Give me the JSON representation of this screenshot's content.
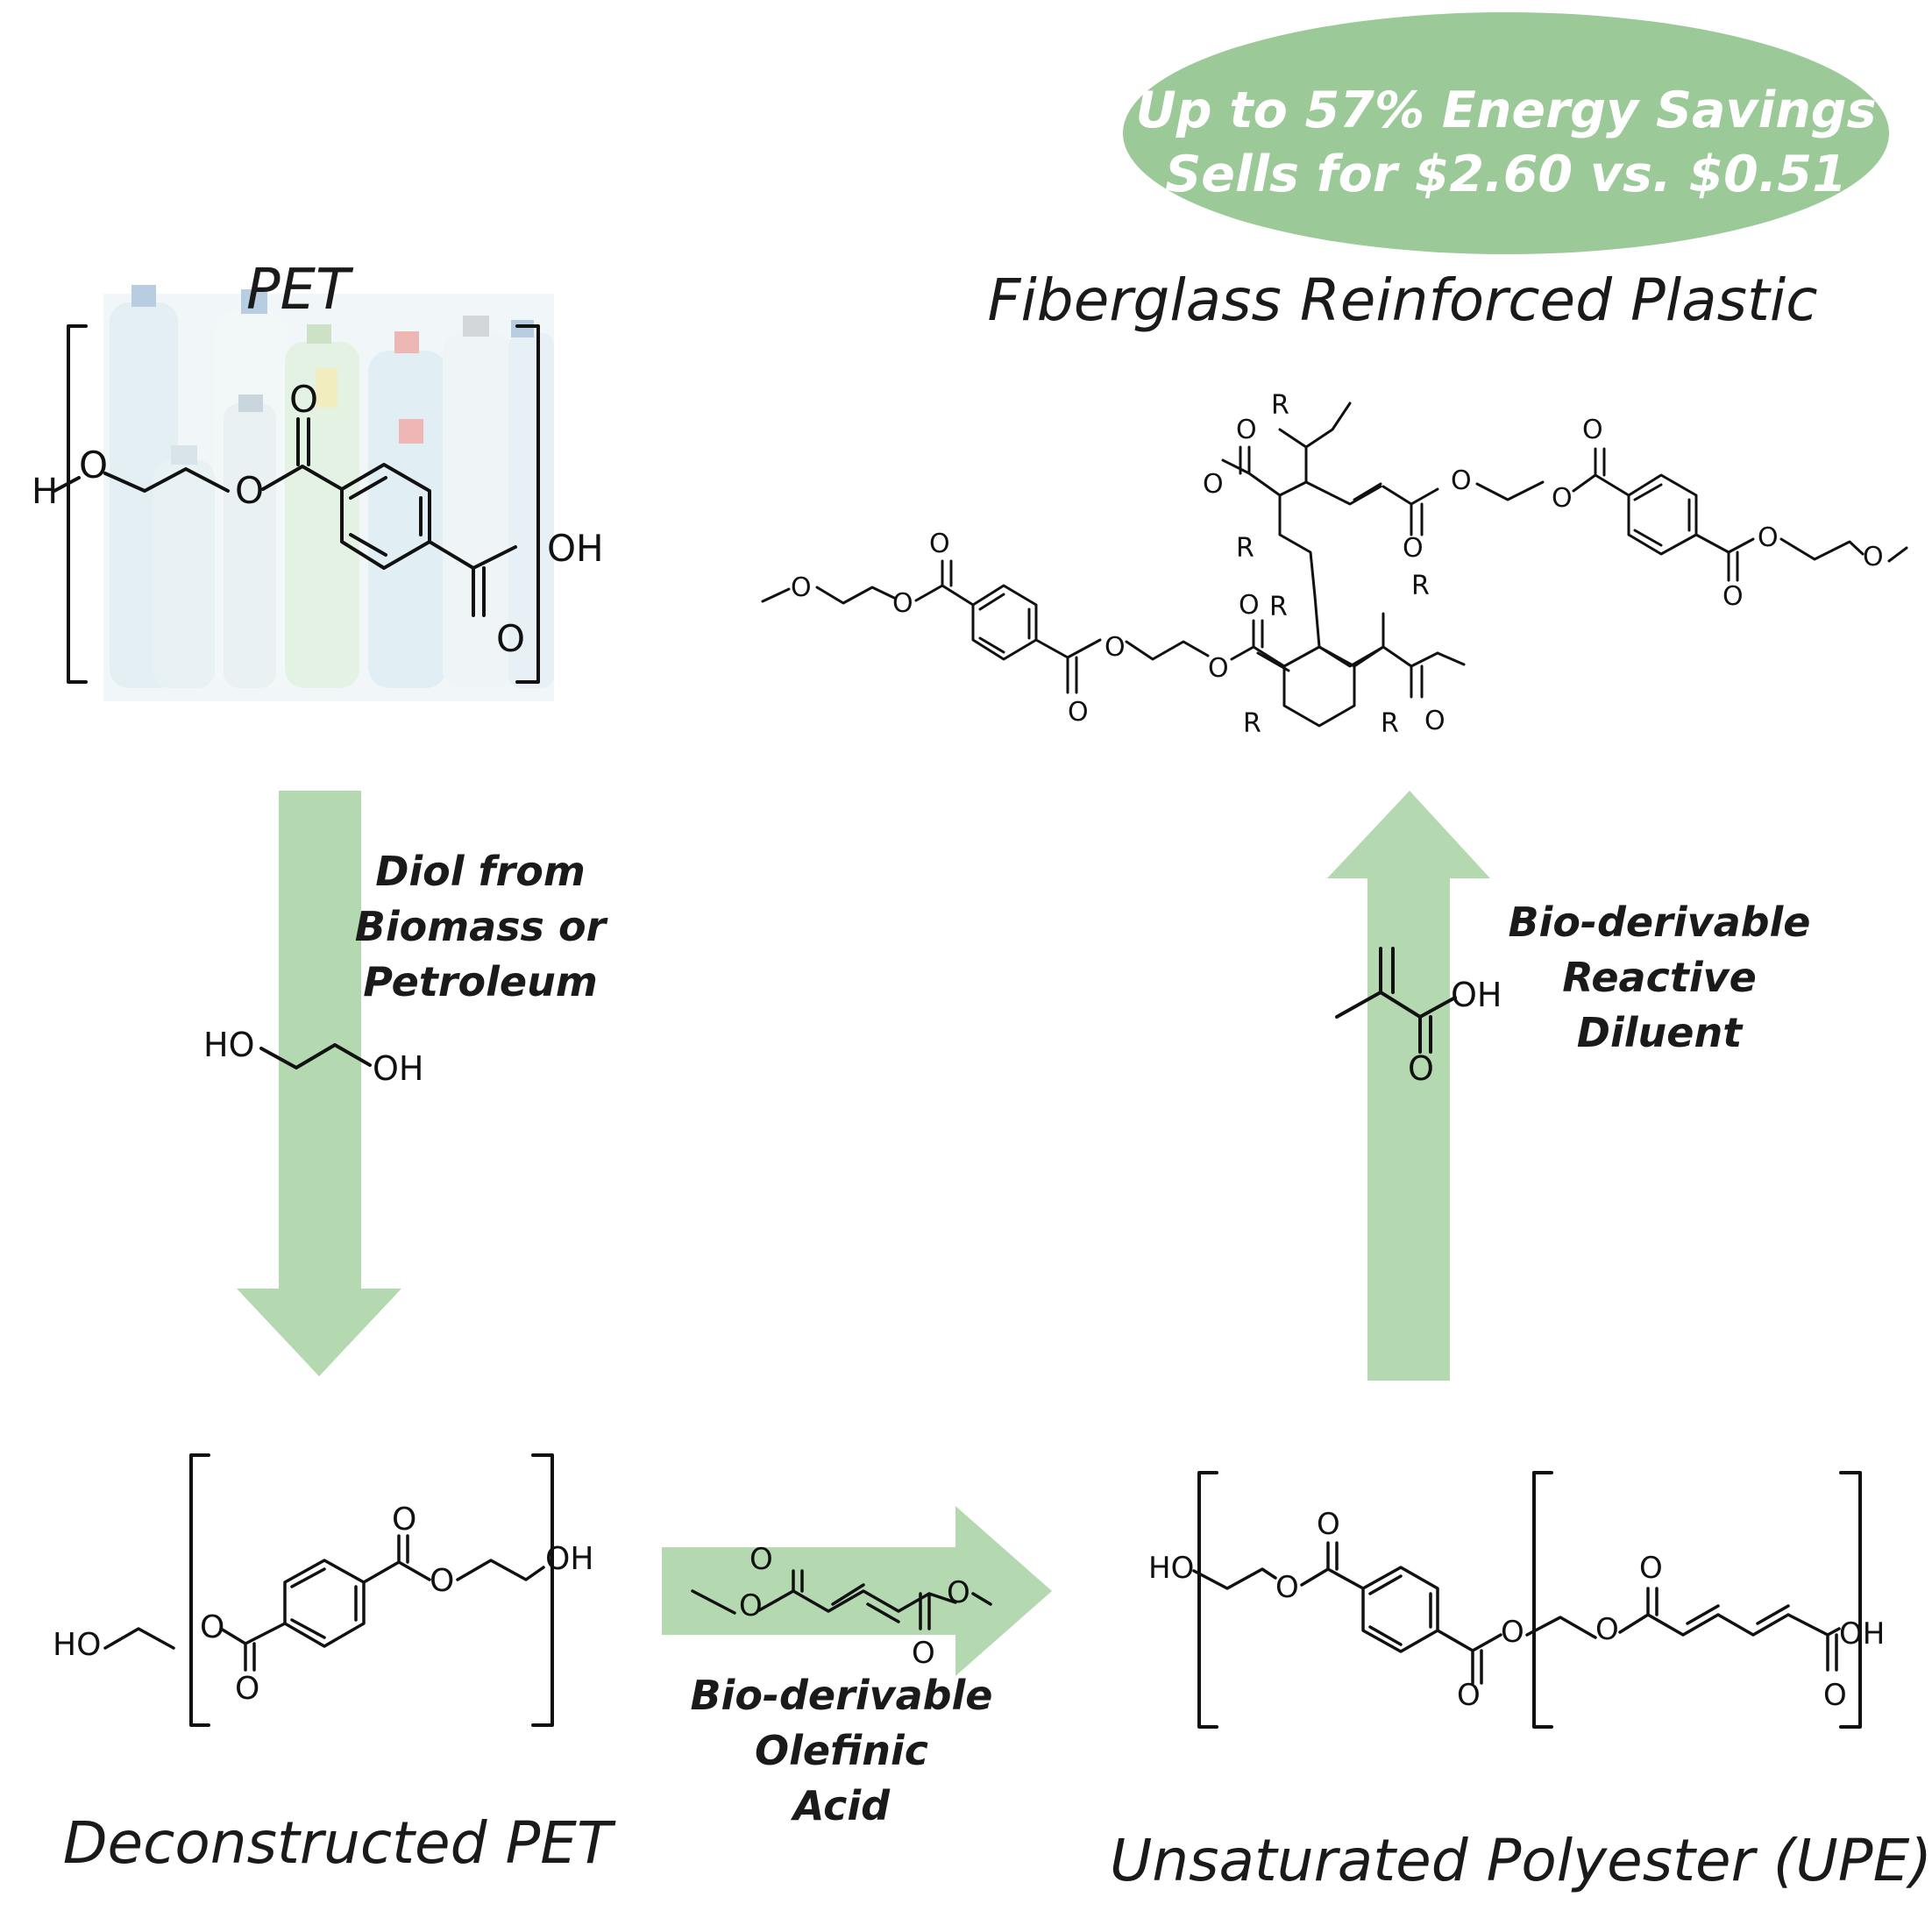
{
  "banner": {
    "line1": "Up to 57% Energy Savings",
    "line2": "Sells for $2.60 vs. $0.51"
  },
  "titles": {
    "pet": "PET",
    "frp": "Fiberglass Reinforced Plastic",
    "deconstructed": "Deconstructed PET",
    "upe": "Unsaturated Polyester (UPE)"
  },
  "steps": {
    "diol": [
      "Diol from",
      "Biomass or",
      "Petroleum"
    ],
    "olefinic": [
      "Bio-derivable",
      "Olefinic",
      "Acid"
    ],
    "diluent": [
      "Bio-derivable",
      "Reactive",
      "Diluent"
    ]
  },
  "atoms": {
    "H": "H",
    "O": "O",
    "OH": "OH",
    "HO": "HO",
    "R": "R"
  }
}
